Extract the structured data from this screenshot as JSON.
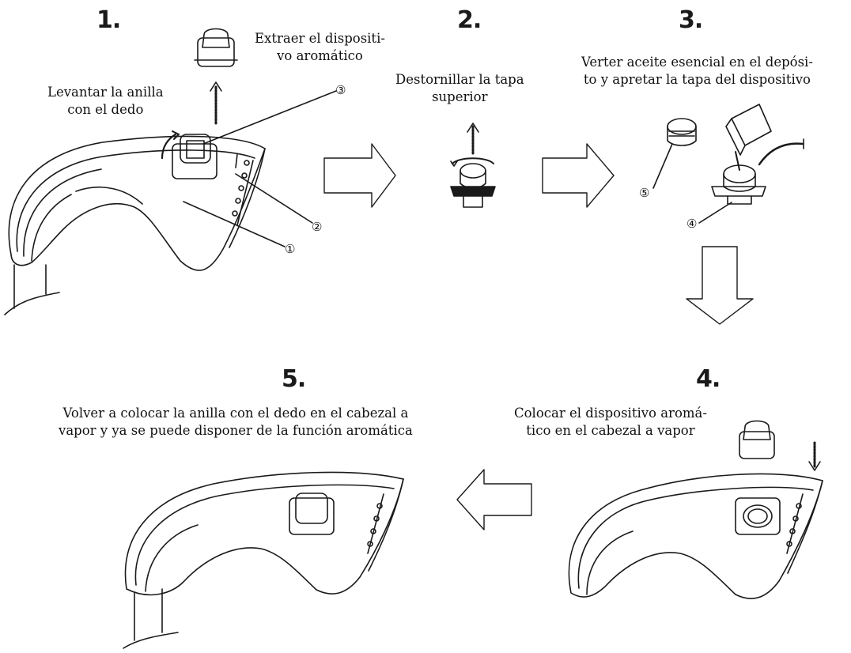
{
  "steps": [
    {
      "number": "1.",
      "captions": [
        {
          "lines": [
            "Extraer el dispositi-",
            "vo aromático"
          ]
        },
        {
          "lines": [
            "Levantar la anilla",
            "con el dedo"
          ]
        }
      ]
    },
    {
      "number": "2.",
      "captions": [
        {
          "lines": [
            "Destornillar la tapa",
            "superior"
          ]
        }
      ]
    },
    {
      "number": "3.",
      "captions": [
        {
          "lines": [
            "Verter aceite esencial en el depósi-",
            "to y apretar la tapa del dispositivo"
          ]
        }
      ]
    },
    {
      "number": "4.",
      "captions": [
        {
          "lines": [
            "Colocar el dispositivo aromá-",
            "tico en el cabezal a vapor"
          ]
        }
      ]
    },
    {
      "number": "5.",
      "captions": [
        {
          "lines": [
            "Volver a colocar la anilla con el dedo en el cabezal a",
            "vapor y ya se puede disponer de la función aromática"
          ]
        }
      ]
    }
  ],
  "callouts": [
    "③",
    "②",
    "①",
    "⑤",
    "④"
  ],
  "icons": [
    "steamer-head-drawing",
    "aroma-device-drawing",
    "oil-bottle-drawing",
    "flow-arrow"
  ],
  "colors": {
    "line": "#1a1a1a",
    "background": "#ffffff"
  }
}
